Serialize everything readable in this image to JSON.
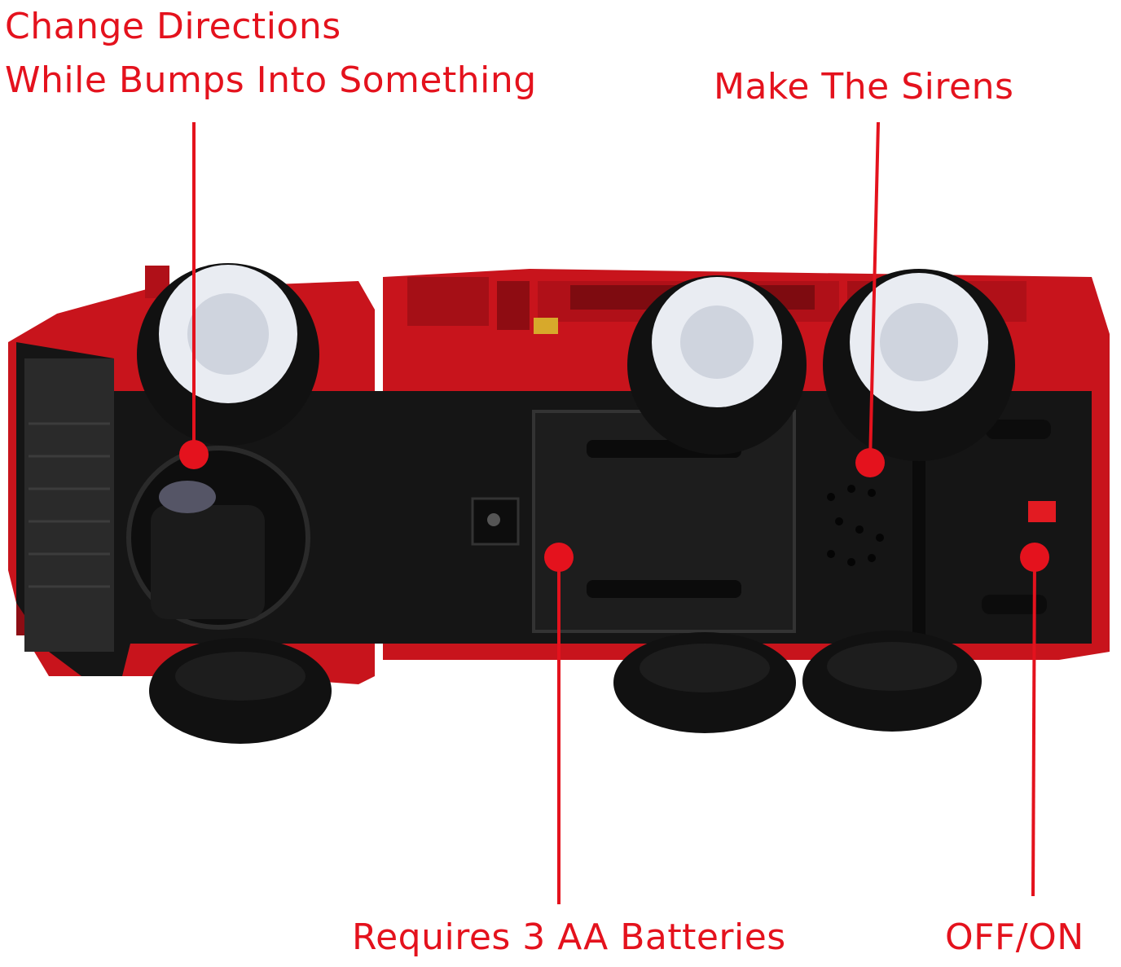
{
  "callouts": {
    "bump": {
      "line1": "Change Directions",
      "line2": "While Bumps Into Something"
    },
    "sirens": "Make The Sirens",
    "batteries": "Requires 3 AA Batteries",
    "switch": "OFF/ON"
  },
  "colors": {
    "annotation": "#e4121d",
    "truck_red": "#c8141c",
    "chassis": "#151515",
    "tire": "#111111",
    "hub": "#e9ecf2"
  }
}
